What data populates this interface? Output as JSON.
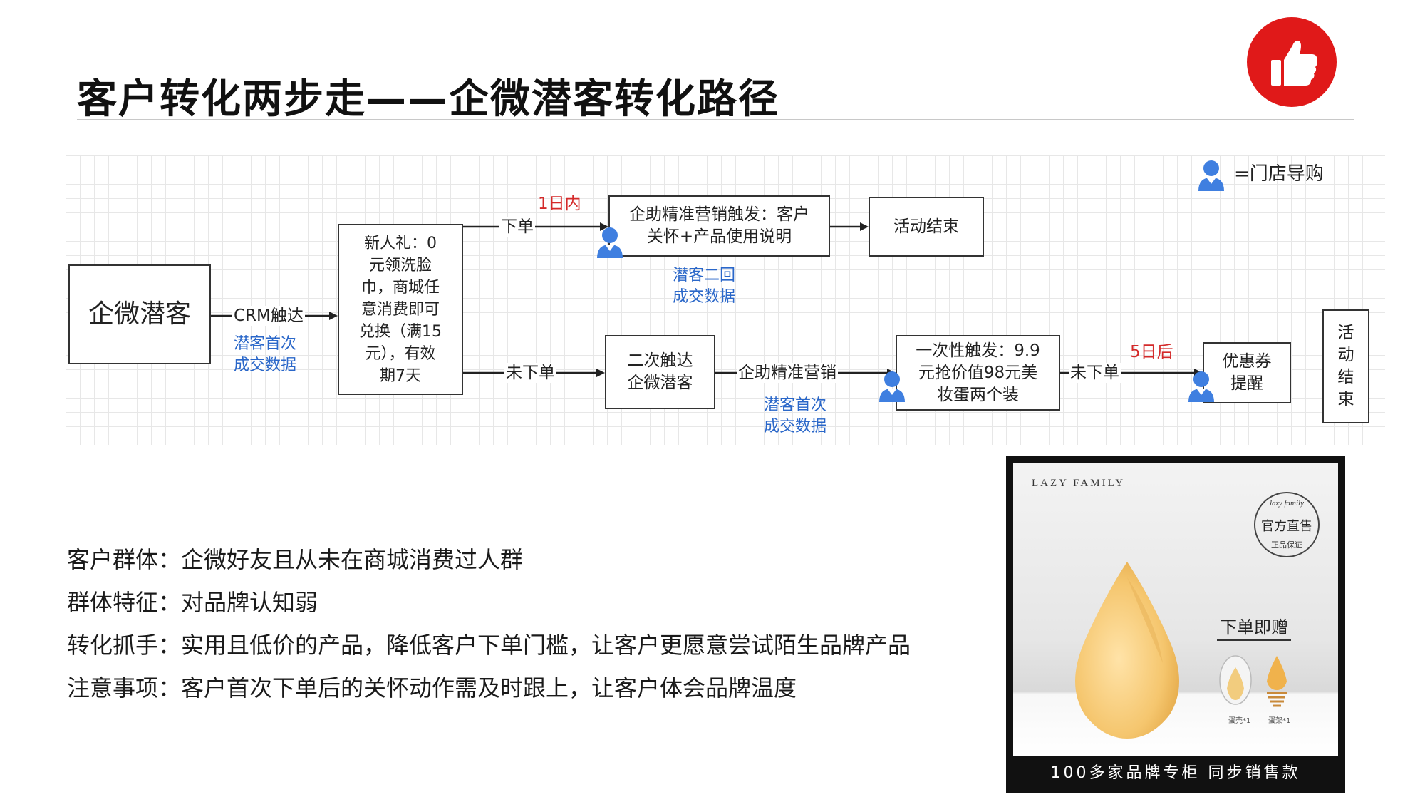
{
  "page": {
    "title": "客户转化两步走——企微潜客转化路径"
  },
  "diagram": {
    "legend": {
      "text": "=门店导购",
      "icon": "person-icon"
    },
    "nodes": {
      "start": "企微潜客",
      "newcomer_gift": "新人礼：0\n元领洗脸\n巾，商城任\n意消费即可\n兑换（满15\n元），有效\n期7天",
      "assist_care": "企助精准营销触发：客户\n关怀+产品使用说明",
      "activity_end": "活动结束",
      "second_touch": "二次触达\n企微潜客",
      "one_time": "一次性触发：9.9\n元抢价值98元美\n妆蛋两个装",
      "coupon": "优惠券\n提醒",
      "activity_end_vertical": "活\n动\n结\n束"
    },
    "edge_labels": {
      "crm": "CRM触达",
      "ordered": "下单",
      "not_ordered_1": "未下单",
      "assist_marketing": "企助精准营销",
      "not_ordered_2": "未下单"
    },
    "notes": {
      "within_1_day": "1日内",
      "after_5_days": "5日后",
      "first_deal_1": "潜客首次\n成交数据",
      "second_deal": "潜客二回\n成交数据",
      "first_deal_2": "潜客首次\n成交数据"
    },
    "colors": {
      "note_blue": "#2a67c9",
      "note_red": "#d42a2a",
      "person_blue": "#3f7fe0",
      "badge_red": "#e01919"
    }
  },
  "info": {
    "lines": [
      "客户群体：企微好友且从未在商城消费过人群",
      "群体特征：对品牌认知弱",
      "转化抓手：实用且低价的产品，降低客户下单门槛，让客户更愿意尝试陌生品牌产品",
      "注意事项：客户首次下单后的关怀动作需及时跟上，让客户体会品牌温度"
    ]
  },
  "product": {
    "brand": "LAZY FAMILY",
    "seal_top": "lazy family",
    "seal_main": "官方直售",
    "seal_bottom": "正品保证",
    "gift_label": "下单即赠",
    "gift_items": [
      "蛋壳*1",
      "蛋架*1"
    ],
    "footer": "100多家品牌专柜  同步销售款"
  }
}
